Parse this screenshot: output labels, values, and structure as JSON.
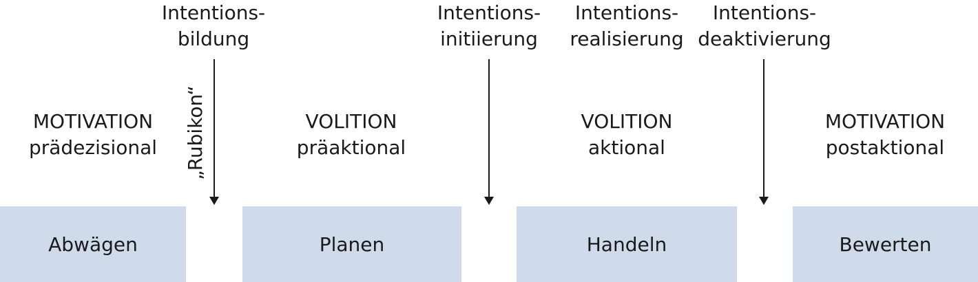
{
  "transitions": [
    {
      "line1": "Intentions-",
      "line2": "bildung"
    },
    {
      "line1": "Intentions-",
      "line2": "initiierung"
    },
    {
      "line1": "Intentions-",
      "line2": "realisierung"
    },
    {
      "line1": "Intentions-",
      "line2": "deaktivierung"
    }
  ],
  "phases": [
    {
      "category": "MOTIVATION",
      "type": "prädezisional",
      "action": "Abwägen"
    },
    {
      "category": "VOLITION",
      "type": "präaktional",
      "action": "Planen"
    },
    {
      "category": "VOLITION",
      "type": "aktional",
      "action": "Handeln"
    },
    {
      "category": "MOTIVATION",
      "type": "postaktional",
      "action": "Bewerten"
    }
  ],
  "rubikon_label": "„Rubikon“",
  "colors": {
    "box_fill": "#cfdaea",
    "text": "#1a1a1a",
    "arrow": "#1a1a1a"
  }
}
